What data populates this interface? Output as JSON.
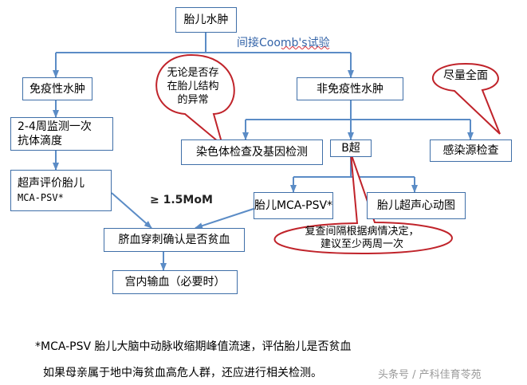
{
  "colors": {
    "box_border": "#3f6fa8",
    "connector": "#5b8cc6",
    "bubble_border": "#c0232a",
    "method_text": "#3464a8"
  },
  "nodes": {
    "root": "胎儿水肿",
    "immune": "免疫性水肿",
    "nonimmune": "非免疫性水肿",
    "monitor": [
      "2-4周监测一次",
      "抗体滴度"
    ],
    "ultrasound_mca": [
      "超声评价胎儿",
      "MCA-PSV*"
    ],
    "cord_puncture": "脐血穿刺确认是否贫血",
    "transfusion": "宫内输血（必要时）",
    "chromosome": "染色体检查及基因检测",
    "b_ultrasound": "B超",
    "infection": "感染源检查",
    "fetal_mca": "胎儿MCA-PSV*",
    "echo": "胎儿超声心动图"
  },
  "labels": {
    "coombs": "间接Coomb's试验",
    "threshold": "≥ 1.5MoM"
  },
  "bubbles": {
    "structure": [
      "无论是否存",
      "在胎儿结构",
      "的异常"
    ],
    "comprehensive": "尽量全面",
    "interval": [
      "复查间隔根据病情决定，",
      "建议至少两周一次"
    ]
  },
  "notes": {
    "line1": "*MCA-PSV 胎儿大脑中动脉收缩期峰值流速，评估胎儿是否贫血",
    "line2": "如果母亲属于地中海贫血高危人群，还应进行相关检测。"
  },
  "watermark": "头条号 / 产科佳育苓苑"
}
